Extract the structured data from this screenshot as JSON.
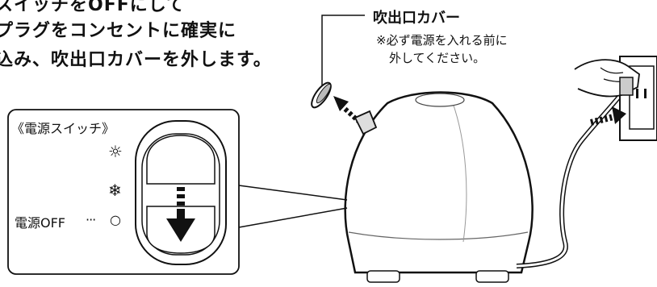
{
  "instructions": [
    "スイッチをOFFにして",
    "プラグをコンセントに確実に",
    "込み、吹出口カバーを外します。"
  ],
  "callout": {
    "title": "吹出口カバー",
    "note_line1": "※必ず電源を入れる前に",
    "note_line2": "外してください。"
  },
  "switch_panel": {
    "title": "《電源スイッチ》",
    "warm_symbol": "☼",
    "cool_symbol": "❄",
    "off_label": "電源OFF",
    "off_dots": "···",
    "off_symbol": "○"
  }
}
